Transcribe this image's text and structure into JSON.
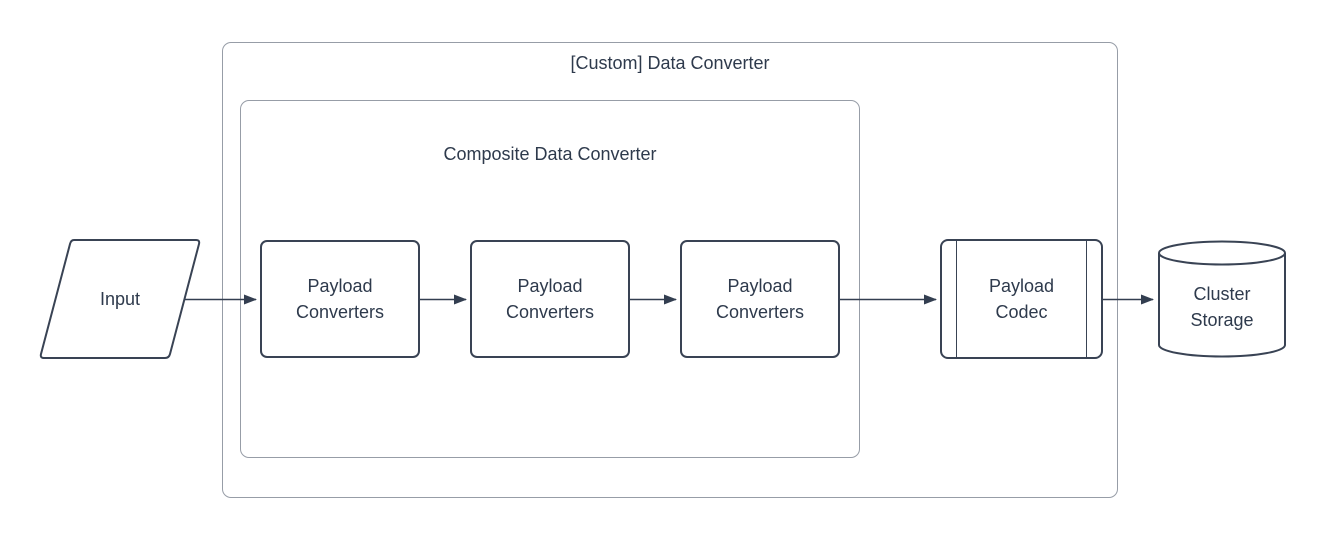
{
  "diagram": {
    "background": "#ffffff",
    "colors": {
      "shape_stroke": "#394354",
      "container_stroke": "#979da7",
      "text": "#2e3a4c",
      "arrow": "#333e50"
    },
    "containers": [
      {
        "id": "custom-data-converter",
        "label": "[Custom] Data Converter"
      },
      {
        "id": "composite-data-converter",
        "label": "Composite Data Converter"
      }
    ],
    "nodes": [
      {
        "id": "input",
        "shape": "parallelogram",
        "label": "Input"
      },
      {
        "id": "payload-converters-1",
        "shape": "rounded-rect",
        "label": "Payload Converters"
      },
      {
        "id": "payload-converters-2",
        "shape": "rounded-rect",
        "label": "Payload Converters"
      },
      {
        "id": "payload-converters-3",
        "shape": "rounded-rect",
        "label": "Payload Converters"
      },
      {
        "id": "payload-codec",
        "shape": "predefined-process",
        "label": "Payload Codec"
      },
      {
        "id": "cluster-storage",
        "shape": "cylinder",
        "label": "Cluster Storage"
      }
    ],
    "edges": [
      {
        "from": "input",
        "to": "payload-converters-1"
      },
      {
        "from": "payload-converters-1",
        "to": "payload-converters-2"
      },
      {
        "from": "payload-converters-2",
        "to": "payload-converters-3"
      },
      {
        "from": "payload-converters-3",
        "to": "payload-codec"
      },
      {
        "from": "payload-codec",
        "to": "cluster-storage"
      }
    ]
  }
}
